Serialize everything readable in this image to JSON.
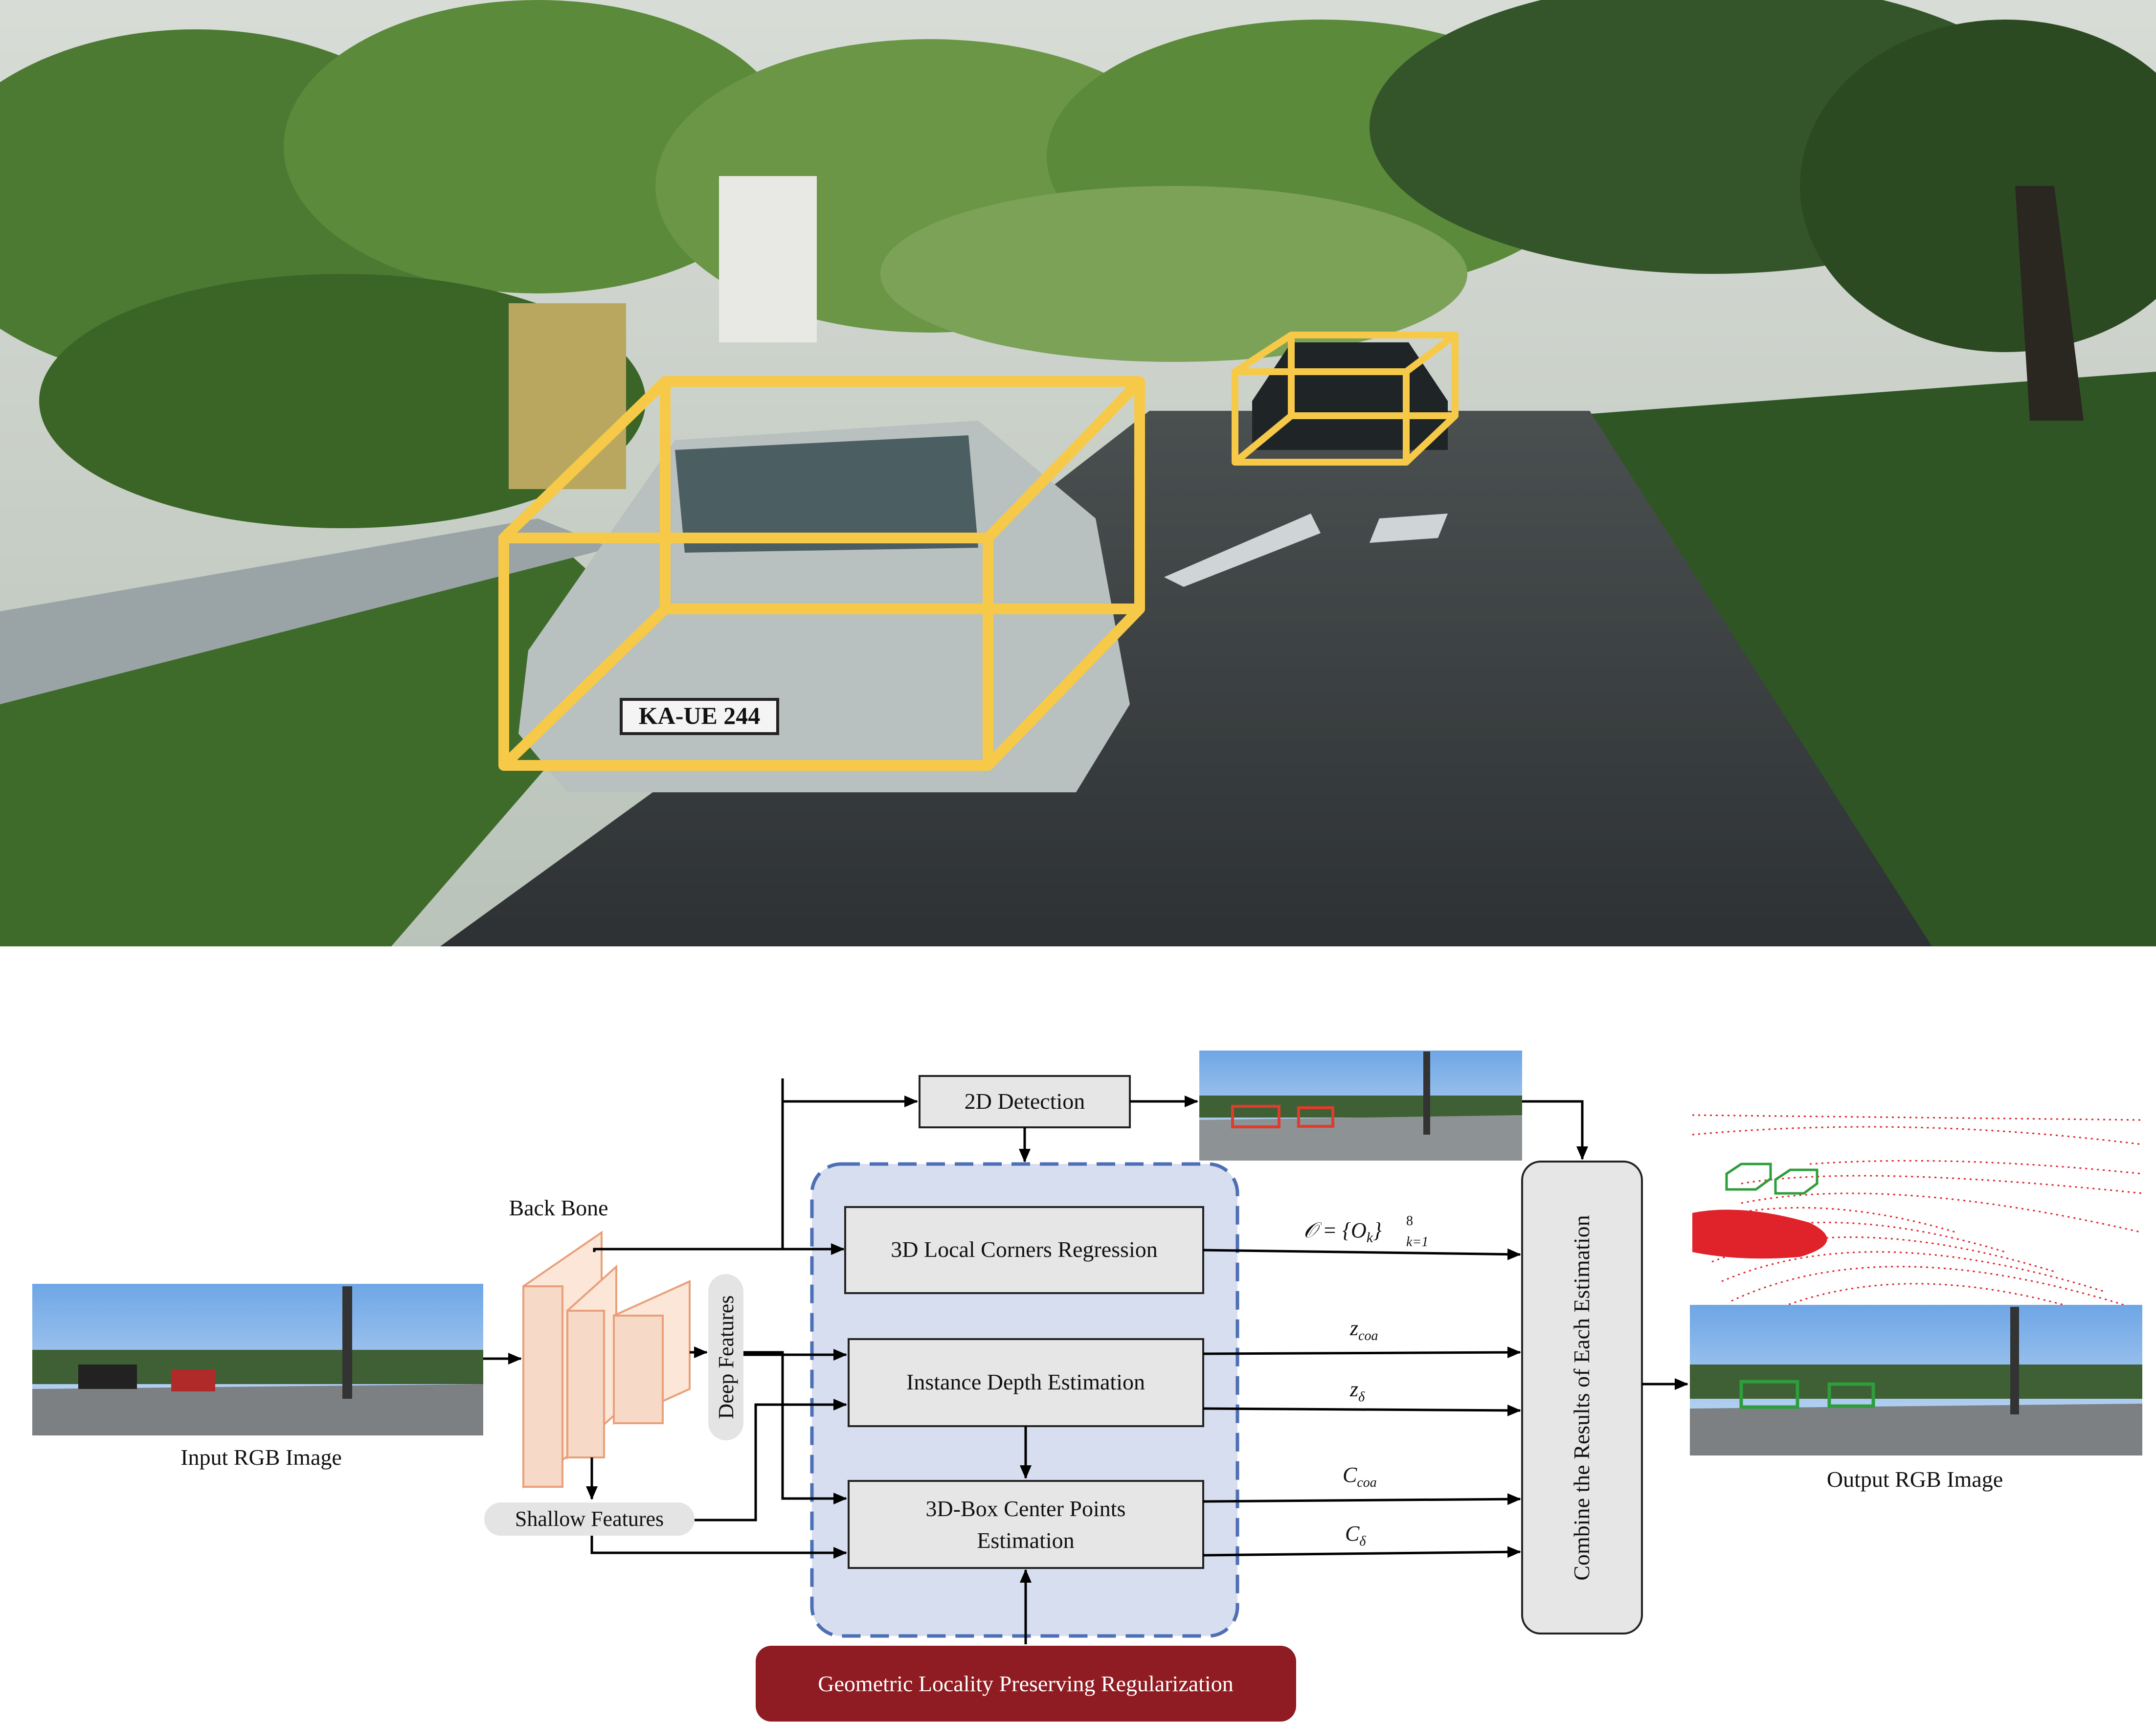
{
  "diagram": {
    "top_scene": {
      "plate_text": "KA-UE 244",
      "box_color": "#f7c948"
    },
    "nodes": {
      "detection_2d": "2D Detection",
      "corners_regression": "3D Local Corners Regression",
      "depth_estimation": "Instance Depth Estimation",
      "center_points_line1": "3D-Box Center Points",
      "center_points_line2": "Estimation",
      "regularization": "Geometric Locality Preserving Regularization",
      "combine": "Combine the Results of Each Estimation"
    },
    "labels": {
      "backbone": "Back Bone",
      "deep_features": "Deep Features",
      "shallow_features": "Shallow Features",
      "input_image": "Input RGB Image",
      "output_image": "Output RGB Image"
    },
    "math": {
      "corners_main": "𝒪 = {O",
      "corners_sub": "k",
      "corners_close": "}",
      "corners_sup": "8",
      "corners_lower": "k=1",
      "z_coa": "z",
      "z_coa_sub": "coa",
      "z_delta": "z",
      "z_delta_sub": "δ",
      "c_coa": "C",
      "c_coa_sub": "coa",
      "c_delta": "C",
      "c_delta_sub": "δ"
    },
    "colors": {
      "module_fill": "#e6e6e6",
      "dashed_region_fill": "#d6def0",
      "dashed_region_stroke": "#4d6fb5",
      "regularization_fill": "#8e1c22",
      "backbone_fill": "#f6d9c6",
      "backbone_stroke": "#e8a07a",
      "feature_pill_fill": "#e4e4e4",
      "lidar_points": "#e0222a",
      "detection_red": "#e23b2b",
      "detection_green": "#2e9d3b"
    }
  }
}
